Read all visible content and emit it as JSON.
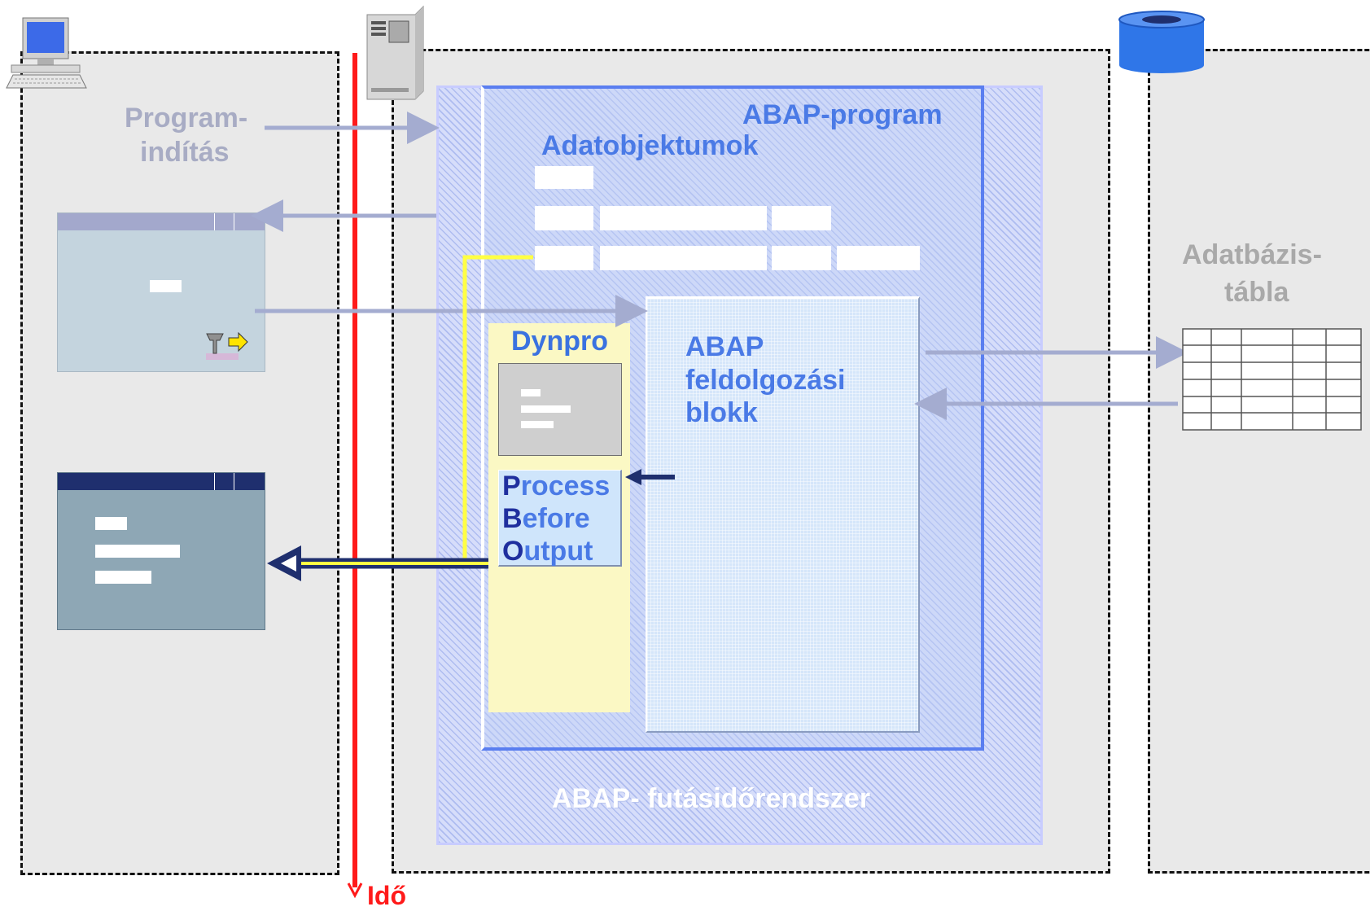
{
  "labels": {
    "program_start_line1": "Program-",
    "program_start_line2": "indítás",
    "abap_program": "ABAP-program",
    "data_objects": "Adatobjektumok",
    "dynpro": "Dynpro",
    "abap_block_line1": "ABAP",
    "abap_block_line2": "feldolgozási",
    "abap_block_line3": "blokk",
    "pbo_p": "P",
    "pbo_rocess": "rocess",
    "pbo_b": "B",
    "pbo_efore": "efore",
    "pbo_o": "O",
    "pbo_utput": "utput",
    "runtime": "ABAP- futásidőrendszer",
    "db_table_line1": "Adatbázis-",
    "db_table_line2": "tábla",
    "time": "Idő"
  },
  "icons": {
    "client": "desktop-computer-icon",
    "app_server": "server-tower-icon",
    "database": "database-cylinder-icon",
    "db_table": "table-grid-icon",
    "enter": "enter-key-icon"
  },
  "colors": {
    "time_line": "#ff1a1a",
    "faded_arrow": "#a4acd0",
    "dark_arrow": "#1f2f6e",
    "yellow_path": "#ffff44",
    "program_border": "#5a7ef0",
    "label_blue": "#4a7ae6",
    "label_gray": "#a8acc4"
  }
}
